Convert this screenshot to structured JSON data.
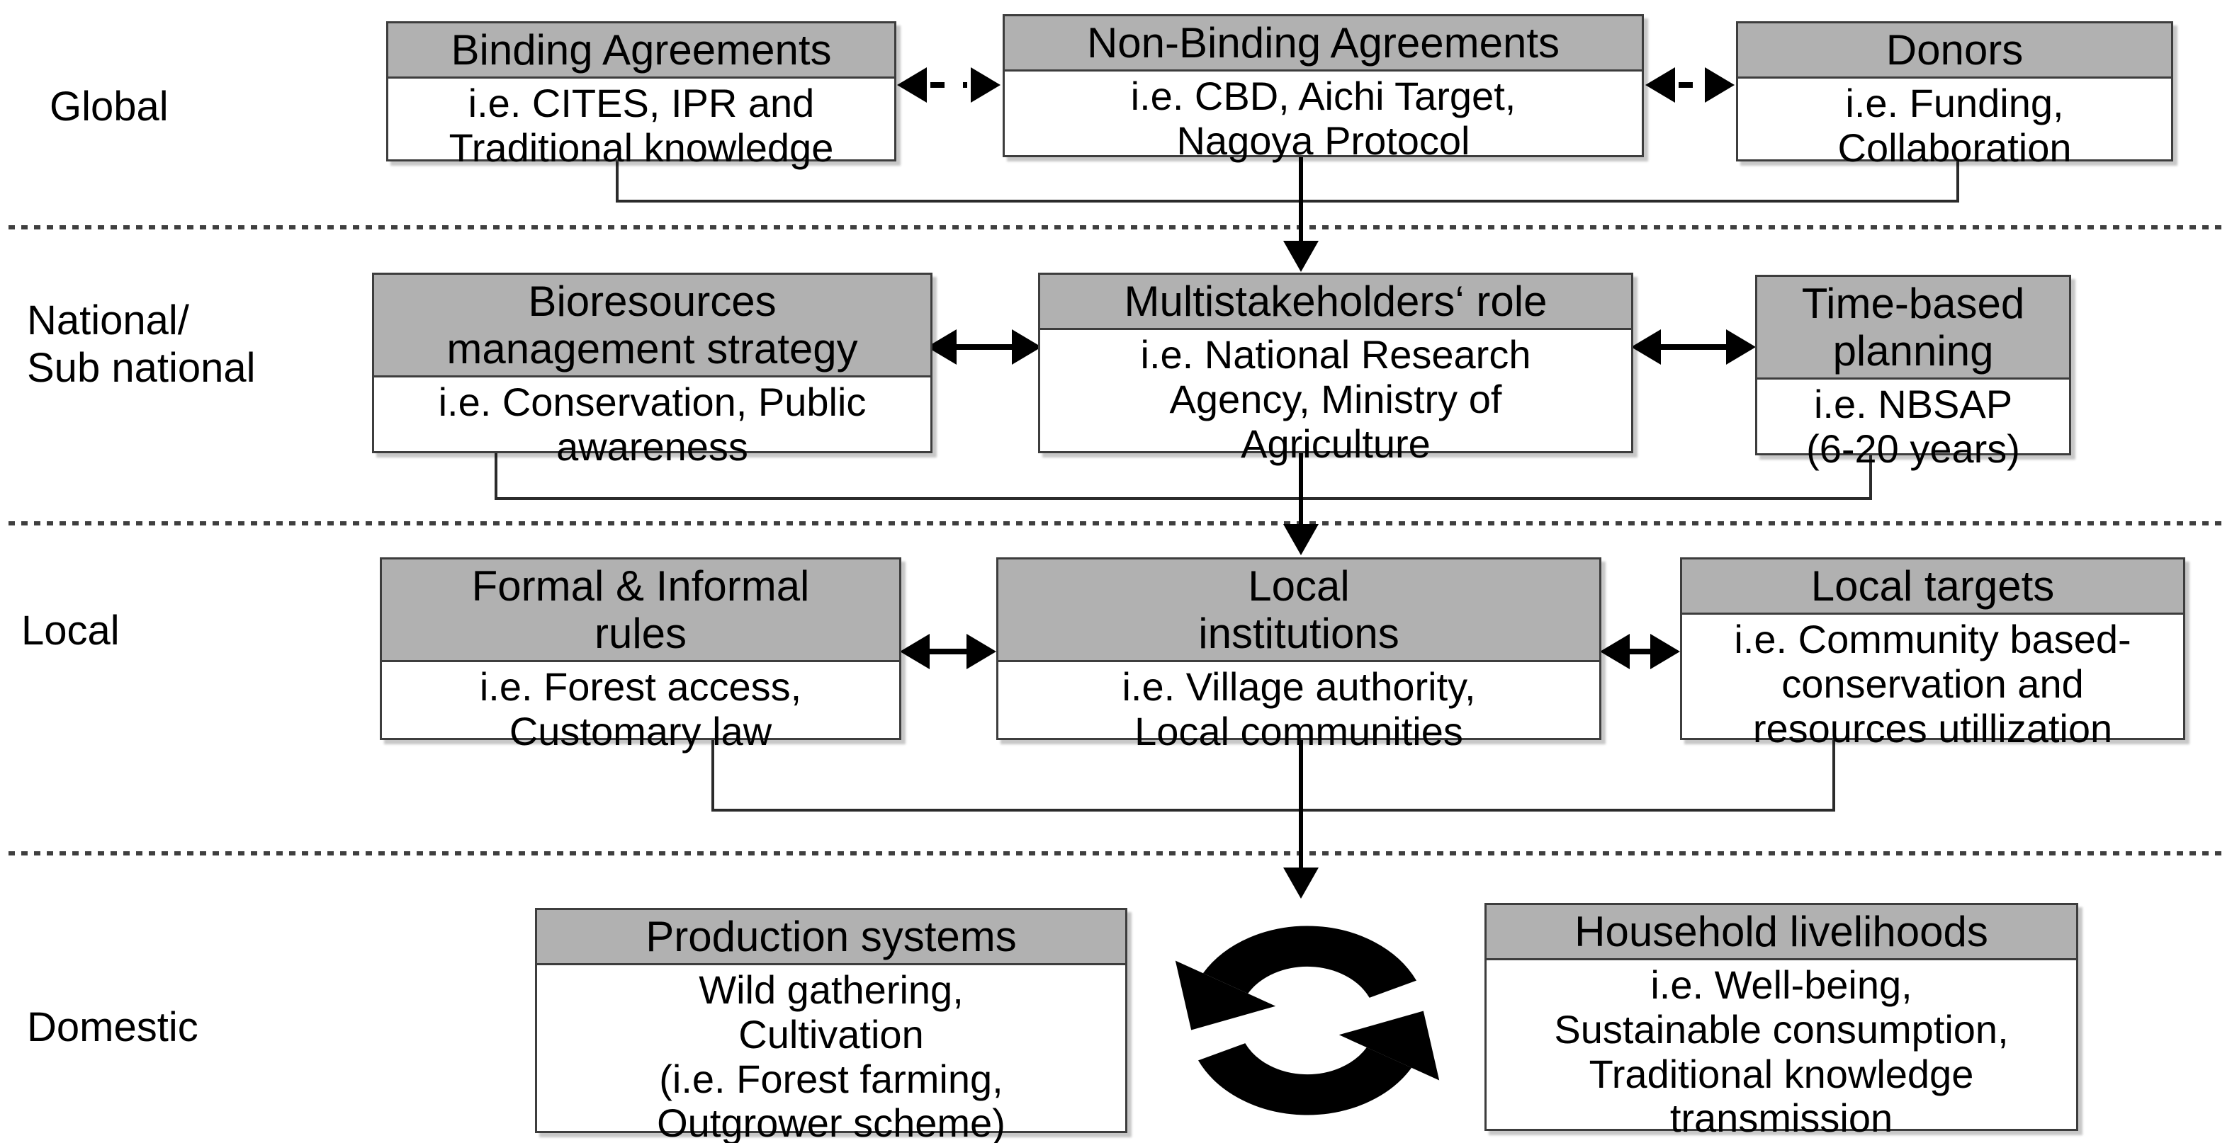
{
  "figure": {
    "type": "multi-level governance framework diagram",
    "orientation": "four horizontal levels separated by dashed lines, flowing top to bottom"
  },
  "levels": {
    "global": {
      "label": "Global"
    },
    "national": {
      "label": "National/\nSub national"
    },
    "local": {
      "label": "Local"
    },
    "domestic": {
      "label": "Domestic"
    }
  },
  "boxes": {
    "binding": {
      "header": "Binding Agreements",
      "body": "i.e. CITES, IPR and\nTraditional knowledge"
    },
    "nonbinding": {
      "header": "Non-Binding Agreements",
      "body": "i.e. CBD, Aichi Target,\nNagoya Protocol"
    },
    "donors": {
      "header": "Donors",
      "body": "i.e. Funding,\nCollaboration"
    },
    "bioresources": {
      "header": "Bioresources\nmanagement strategy",
      "body": "i.e. Conservation, Public\nawareness"
    },
    "multistakeholders": {
      "header": "Multistakeholders‘ role",
      "body": "i.e. National Research\nAgency, Ministry of\nAgriculture"
    },
    "timebased": {
      "header": "Time-based\nplanning",
      "body": "i.e. NBSAP\n(6-20 years)"
    },
    "formal": {
      "header": "Formal & Informal\nrules",
      "body": "i.e. Forest access,\nCustomary law"
    },
    "localinstitutions": {
      "header": "Local\ninstitutions",
      "body": "i.e. Village authority,\nLocal communities"
    },
    "localtargets": {
      "header": "Local targets",
      "body": "i.e. Community based-\nconservation and\nresources utillization"
    },
    "production": {
      "header": "Production systems",
      "body": "Wild gathering,\nCultivation\n(i.e. Forest farming,\nOutgrower scheme)"
    },
    "household": {
      "header": "Household livelihoods",
      "body": "i.e. Well-being,\nSustainable consumption,\nTraditional knowledge\ntransmission"
    }
  },
  "icons": {
    "cycle": "cycle-arrows-icon (two black curved arrows forming a circular loop between Production systems and Household livelihoods)"
  },
  "connectors": {
    "row1_to_row2": "solid arrow down from Non-Binding Agreements to Multistakeholders' role; bracket line joins Binding Agreements and Donors",
    "row2_to_row3": "solid arrow down from Multistakeholders' role to Local institutions; bracket line joins Bioresources management strategy and Time-based planning",
    "row3_to_row4": "solid arrow down from Local institutions to cycle icon; bracket line joins Formal & Informal rules and Local targets",
    "row1_horizontal": "dashed double-headed arrows between the three Global boxes",
    "row2_horizontal": "solid double-headed arrows between the three National/Sub national boxes",
    "row3_horizontal": "solid double-headed arrows between the three Local boxes"
  },
  "colors": {
    "header_bg": "#b1b1b1",
    "box_border": "#3d3d3d",
    "box_bg": "#ffffff",
    "line": "#2b2b2b",
    "arrow": "#000000",
    "text": "#000000",
    "separator": "#3f3f3f"
  }
}
